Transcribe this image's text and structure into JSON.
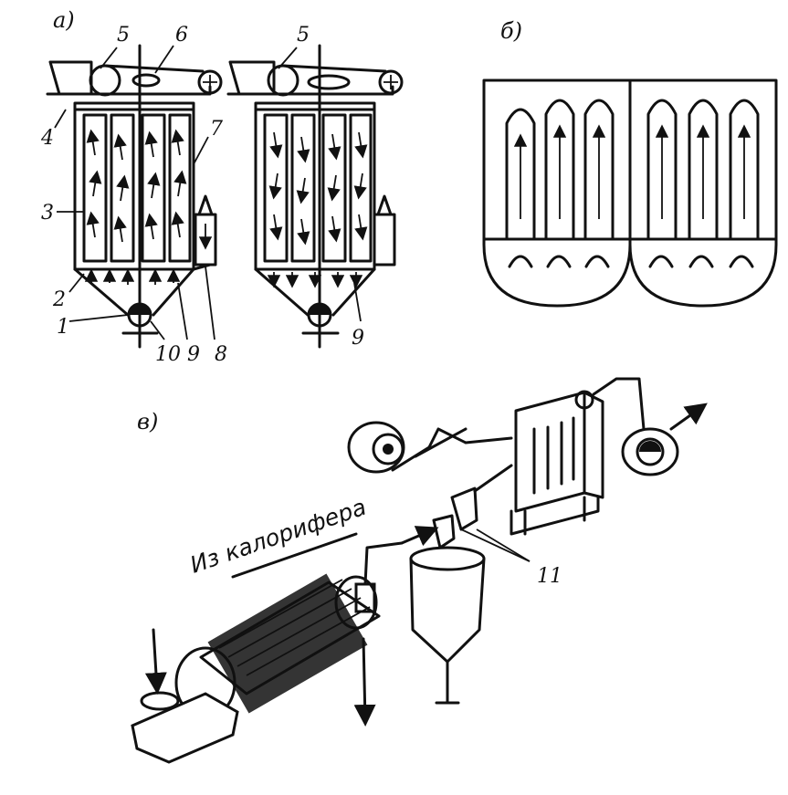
{
  "panels": {
    "a": "а)",
    "b": "б)",
    "v": "в)"
  },
  "callouts": {
    "n1": "1",
    "n2": "2",
    "n3": "3",
    "n4": "4",
    "n5": "5",
    "n5b": "5",
    "n6": "6",
    "n7": "7",
    "n8": "8",
    "n9": "9",
    "n9b": "9",
    "n10": "10",
    "n11": "11"
  },
  "flow_caption": "Из калорифера"
}
